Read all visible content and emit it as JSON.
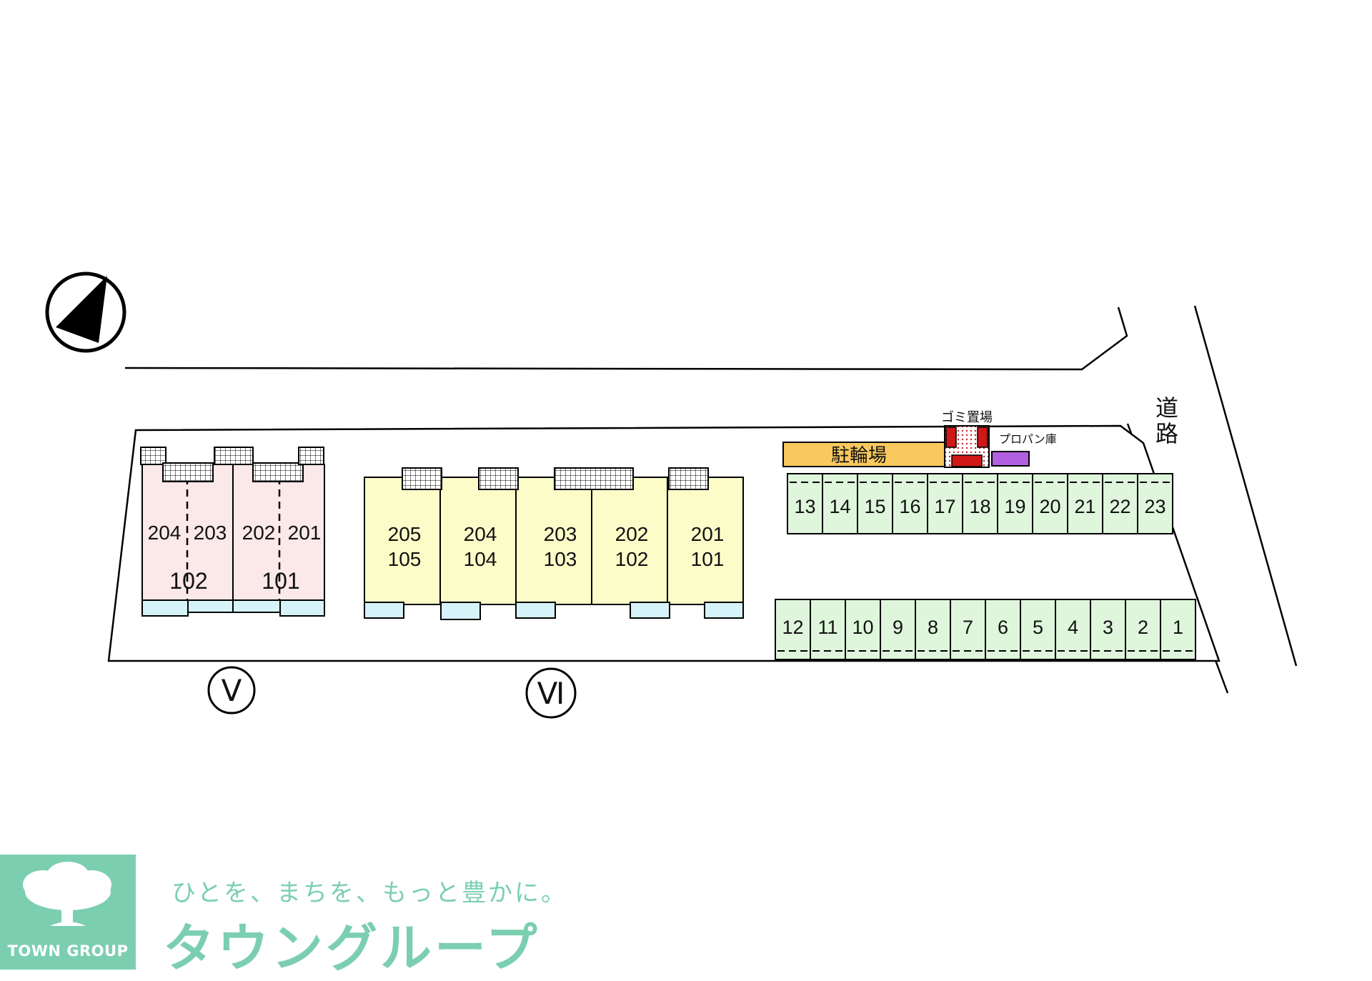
{
  "building_v": {
    "label": "Ⅴ",
    "upper_units": [
      "204",
      "203",
      "202",
      "201"
    ],
    "lower_units": [
      "102",
      "101"
    ]
  },
  "building_vi": {
    "label": "Ⅵ",
    "units": [
      {
        "upper": "205",
        "lower": "105"
      },
      {
        "upper": "204",
        "lower": "104"
      },
      {
        "upper": "203",
        "lower": "103"
      },
      {
        "upper": "202",
        "lower": "102"
      },
      {
        "upper": "201",
        "lower": "101"
      }
    ]
  },
  "facilities": {
    "bicycle_parking": "駐輪場",
    "garbage": "ゴミ置場",
    "propane": "プロパン庫",
    "road": "道路"
  },
  "parking": {
    "top_row": [
      "13",
      "14",
      "15",
      "16",
      "17",
      "18",
      "19",
      "20",
      "21",
      "22",
      "23"
    ],
    "bottom_row": [
      "12",
      "11",
      "10",
      "9",
      "8",
      "7",
      "6",
      "5",
      "4",
      "3",
      "2",
      "1"
    ]
  },
  "colors": {
    "building_v": "#fbe8e8",
    "building_vi": "#fbfcc8",
    "parking": "#dff5dc",
    "balcony": "#d5f3f8",
    "bicycle": "#f9c95e",
    "garbage": "#d01818",
    "propane": "#b060e0",
    "brand": "#7bcfb0"
  },
  "footer": {
    "slogan": "ひとを、まちを、もっと豊かに。",
    "brand": "タウングループ",
    "brand_en": "TOWN GROUP"
  }
}
